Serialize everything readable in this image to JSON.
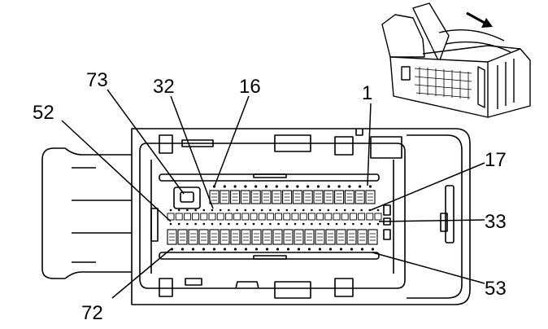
{
  "figure": {
    "pin_labels": {
      "p1": "1",
      "p16": "16",
      "p17": "17",
      "p32": "32",
      "p33": "33",
      "p52": "52",
      "p53": "53",
      "p72": "72",
      "p73": "73"
    },
    "colors": {
      "line": "#000000",
      "background": "#ffffff"
    },
    "icons": [
      "arrow-right-icon"
    ]
  }
}
